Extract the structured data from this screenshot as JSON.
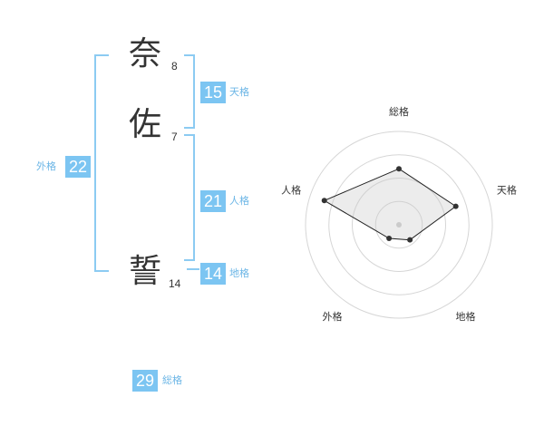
{
  "name": {
    "chars": [
      {
        "char": "奈",
        "strokes": "8"
      },
      {
        "char": "佐",
        "strokes": "7"
      },
      {
        "char": "誓",
        "strokes": "14"
      }
    ]
  },
  "fortunes": {
    "tenkaku": {
      "value": "15",
      "label": "天格"
    },
    "jinkaku": {
      "value": "21",
      "label": "人格"
    },
    "chikaku": {
      "value": "14",
      "label": "地格"
    },
    "gaikaku": {
      "value": "22",
      "label": "外格"
    },
    "soukaku": {
      "value": "29",
      "label": "総格"
    }
  },
  "colors": {
    "accent": "#7cc5f2",
    "bracket": "#8ccbf2",
    "label": "#6cb6e6"
  },
  "chart_data": {
    "type": "radar",
    "axes": [
      "総格",
      "天格",
      "地格",
      "外格",
      "人格"
    ],
    "levels": 4,
    "values": [
      3,
      3.2,
      1.0,
      0.9,
      4.2
    ],
    "max": 5
  }
}
